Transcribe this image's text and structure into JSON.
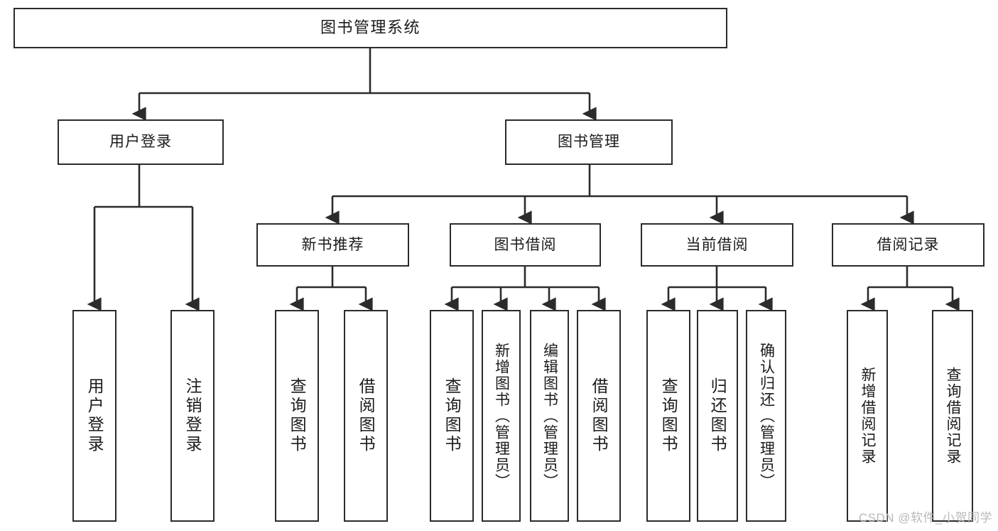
{
  "diagram": {
    "type": "tree",
    "title": "图书管理系统",
    "orientation": "top-down",
    "style": {
      "box_border_color": "#2b2b2b",
      "box_fill_color": "#ffffff",
      "edge_color": "#2b2b2b",
      "text_color": "#1b1b1b",
      "background": "#ffffff"
    },
    "nodes": {
      "root": {
        "label": "图书管理系统"
      },
      "level2": [
        {
          "id": "user-login",
          "label": "用户登录"
        },
        {
          "id": "book-manage",
          "label": "图书管理"
        }
      ],
      "level3": [
        {
          "id": "new-book-recommend",
          "label": "新书推荐"
        },
        {
          "id": "book-borrow",
          "label": "图书借阅"
        },
        {
          "id": "current-borrow",
          "label": "当前借阅"
        },
        {
          "id": "borrow-record",
          "label": "借阅记录"
        }
      ],
      "leaves": [
        {
          "id": "leaf-user-login",
          "label": "用户登录",
          "parent": "user-login"
        },
        {
          "id": "leaf-user-logout",
          "label": "注销登录",
          "parent": "user-login"
        },
        {
          "id": "leaf-query-book-1",
          "label": "查询图书",
          "parent": "new-book-recommend"
        },
        {
          "id": "leaf-borrow-book-1",
          "label": "借阅图书",
          "parent": "new-book-recommend"
        },
        {
          "id": "leaf-query-book-2",
          "label": "查询图书",
          "parent": "book-borrow"
        },
        {
          "id": "leaf-add-book",
          "label": "新增图书（管理员）",
          "parent": "book-borrow"
        },
        {
          "id": "leaf-edit-book",
          "label": "编辑图书（管理员）",
          "parent": "book-borrow"
        },
        {
          "id": "leaf-borrow-book-2",
          "label": "借阅图书",
          "parent": "book-borrow"
        },
        {
          "id": "leaf-query-book-3",
          "label": "查询图书",
          "parent": "current-borrow"
        },
        {
          "id": "leaf-return-book",
          "label": "归还图书",
          "parent": "current-borrow"
        },
        {
          "id": "leaf-confirm-return",
          "label": "确认归还（管理员）",
          "parent": "current-borrow"
        },
        {
          "id": "leaf-add-record",
          "label": "新增借阅记录",
          "parent": "borrow-record"
        },
        {
          "id": "leaf-query-record",
          "label": "查询借阅记录",
          "parent": "borrow-record"
        }
      ]
    }
  },
  "watermark": {
    "text": "CSDN @软件_小贺同学"
  }
}
